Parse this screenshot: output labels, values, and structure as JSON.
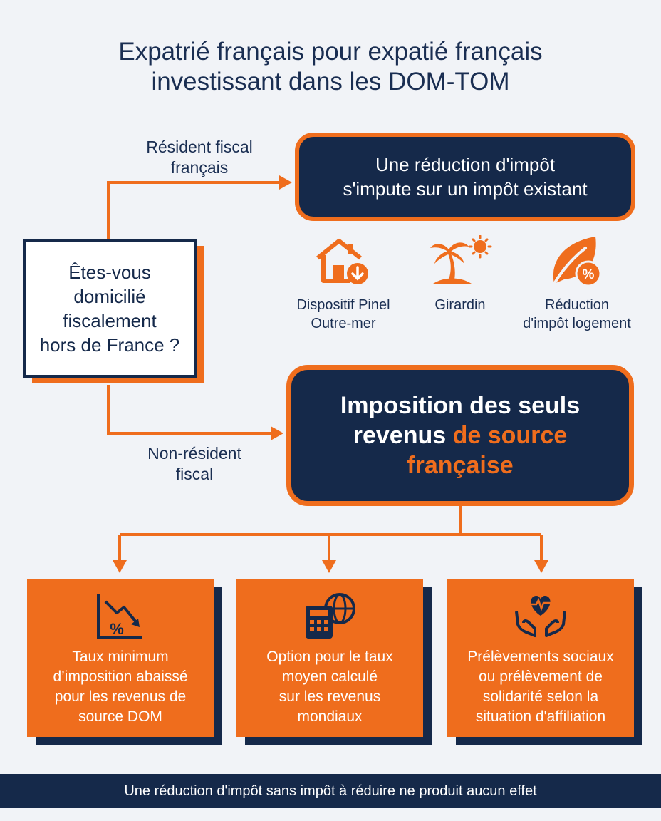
{
  "title": {
    "line1": "Expatrié français pour expatié français",
    "line2": "investissant dans les DOM-TOM"
  },
  "question": {
    "line1": "Êtes-vous",
    "line2": "domicilié",
    "line3": "fiscalement",
    "line4": "hors de France ?"
  },
  "branch_resident": {
    "line1": "Résident fiscal",
    "line2": "français"
  },
  "branch_nonresident": {
    "line1": "Non-résident",
    "line2": "fiscal"
  },
  "resident_box": {
    "line1": "Une réduction d'impôt",
    "line2": "s'impute sur un impôt existant"
  },
  "schemes": [
    {
      "icon": "house-download-icon",
      "line1": "Dispositif Pinel",
      "line2": "Outre-mer"
    },
    {
      "icon": "palm-tree-sun-icon",
      "line1": "Girardin",
      "line2": ""
    },
    {
      "icon": "leaf-percent-icon",
      "line1": "Réduction",
      "line2": "d'impôt logement"
    }
  ],
  "nonresident_box": {
    "line1": "Imposition des seuls",
    "line2_plain": "revenus ",
    "line2_highlight": "de source",
    "line3_highlight": "française"
  },
  "cards": [
    {
      "icon": "chart-down-percent-icon",
      "lines": [
        "Taux minimum",
        "d’imposition abaissé",
        "pour les revenus de",
        "source DOM"
      ]
    },
    {
      "icon": "calculator-globe-icon",
      "lines": [
        "Option pour le taux",
        "moyen calculé",
        "sur les revenus",
        "mondiaux"
      ]
    },
    {
      "icon": "hands-heart-icon",
      "lines": [
        "Prélèvements sociaux",
        "ou prélèvement de",
        "solidarité selon la",
        "situation d'affiliation"
      ]
    }
  ],
  "footer": {
    "text": "Une réduction d'impôt sans impôt à réduire ne produit aucun effet"
  },
  "colors": {
    "navy": "#15294a",
    "orange": "#ef6d1d",
    "background": "#f1f3f7"
  }
}
